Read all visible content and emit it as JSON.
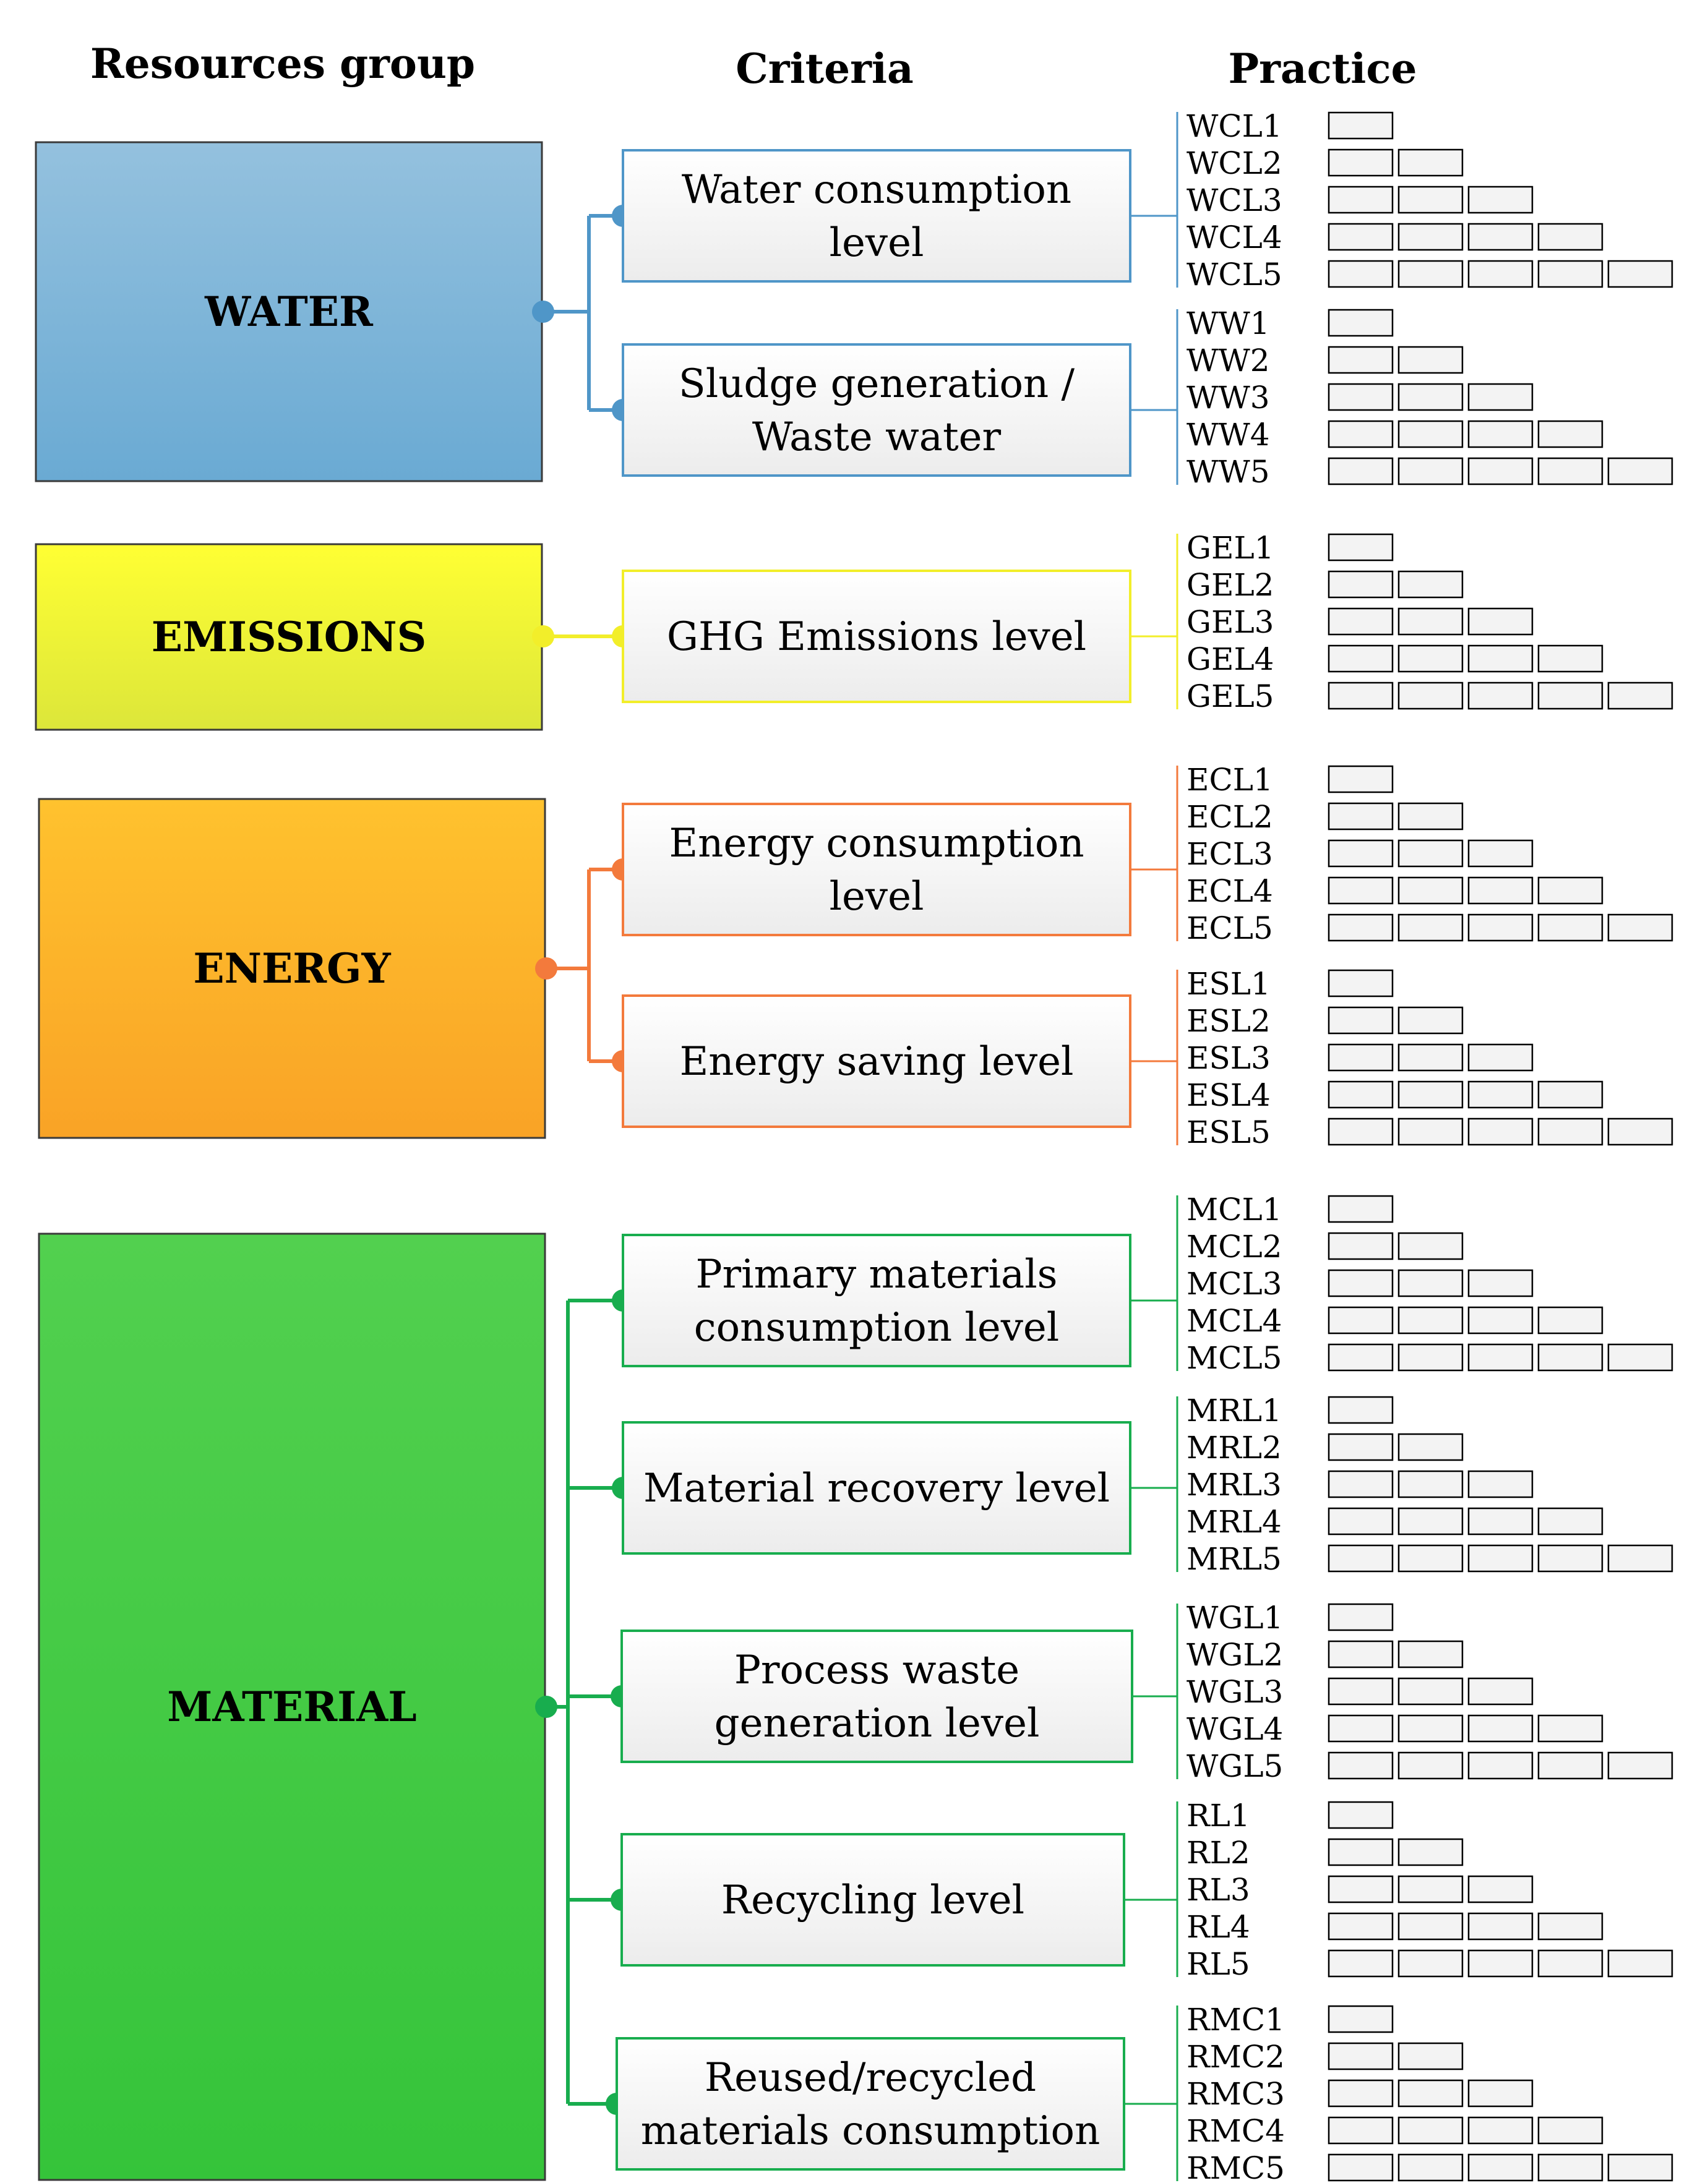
{
  "headers": {
    "resources_group": "Resources group",
    "criteria": "Criteria",
    "practice": "Practice"
  },
  "groups": [
    {
      "name": "WATER",
      "color": "#4f96c8",
      "fill_top": "#94c1de",
      "fill_bottom": "#6aaad3",
      "criteria": [
        {
          "lines": [
            "Water consumption",
            "level"
          ],
          "levels": [
            "WCL1",
            "WCL2",
            "WCL3",
            "WCL4",
            "WCL5"
          ]
        },
        {
          "lines": [
            "Sludge generation /",
            "Waste water"
          ],
          "levels": [
            "WW1",
            "WW2",
            "WW3",
            "WW4",
            "WW5"
          ]
        }
      ]
    },
    {
      "name": "EMISSIONS",
      "color": "#f2ee2a",
      "fill_top": "#ffff33",
      "fill_bottom": "#dce63a",
      "criteria": [
        {
          "lines": [
            "GHG Emissions level"
          ],
          "levels": [
            "GEL1",
            "GEL2",
            "GEL3",
            "GEL4",
            "GEL5"
          ]
        }
      ]
    },
    {
      "name": "ENERGY",
      "color": "#f37a3c",
      "fill_top": "#ffc22e",
      "fill_bottom": "#f9a326",
      "criteria": [
        {
          "lines": [
            "Energy consumption",
            "level"
          ],
          "levels": [
            "ECL1",
            "ECL2",
            "ECL3",
            "ECL4",
            "ECL5"
          ]
        },
        {
          "lines": [
            "Energy saving level"
          ],
          "levels": [
            "ESL1",
            "ESL2",
            "ESL3",
            "ESL4",
            "ESL5"
          ]
        }
      ]
    },
    {
      "name": "MATERIAL",
      "color": "#18ad4e",
      "fill_top": "#52d04f",
      "fill_bottom": "#35c43a",
      "criteria": [
        {
          "lines": [
            "Primary materials",
            "consumption level"
          ],
          "levels": [
            "MCL1",
            "MCL2",
            "MCL3",
            "MCL4",
            "MCL5"
          ]
        },
        {
          "lines": [
            "Material recovery level"
          ],
          "levels": [
            "MRL1",
            "MRL2",
            "MRL3",
            "MRL4",
            "MRL5"
          ]
        },
        {
          "lines": [
            "Process waste",
            "generation level"
          ],
          "levels": [
            "WGL1",
            "WGL2",
            "WGL3",
            "WGL4",
            "WGL5"
          ]
        },
        {
          "lines": [
            "Recycling level"
          ],
          "levels": [
            "RL1",
            "RL2",
            "RL3",
            "RL4",
            "RL5"
          ]
        },
        {
          "lines": [
            "Reused/recycled",
            "materials consumption"
          ],
          "levels": [
            "RMC1",
            "RMC2",
            "RMC3",
            "RMC4",
            "RMC5"
          ]
        }
      ]
    }
  ]
}
